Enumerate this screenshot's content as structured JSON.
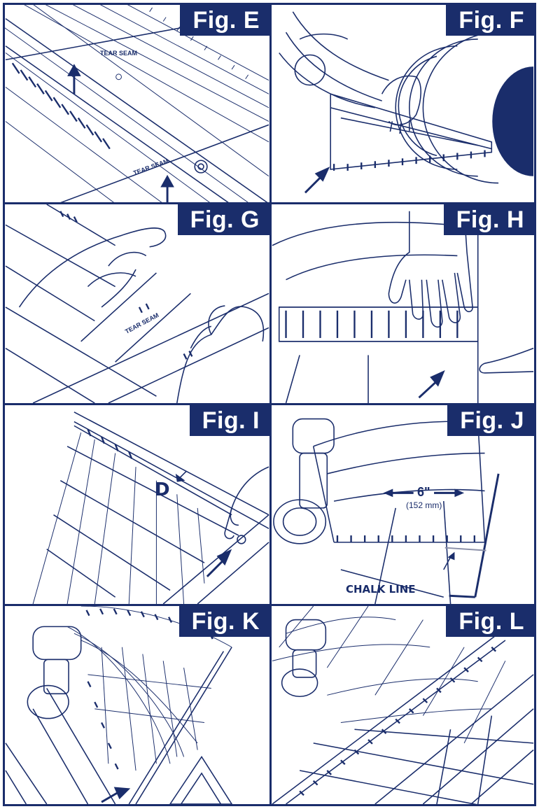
{
  "colors": {
    "brand": "#1a2d6b",
    "background": "#ffffff"
  },
  "figures": {
    "e": {
      "label": "Fig. E",
      "tear_seam_top": "TEAR SEAM",
      "tear_seam_bottom": "TEAR SEAM"
    },
    "f": {
      "label": "Fig. F"
    },
    "g": {
      "label": "Fig. G",
      "tear_seam": "TEAR SEAM"
    },
    "h": {
      "label": "Fig. H"
    },
    "i": {
      "label": "Fig. I",
      "marker": "D"
    },
    "j": {
      "label": "Fig. J",
      "distance": "6\"",
      "distance_metric": "(152 mm)",
      "chalk_line": "CHALK LINE"
    },
    "k": {
      "label": "Fig. K"
    },
    "l": {
      "label": "Fig. L"
    }
  },
  "icons": [
    "arrow-icon",
    "nail-gun-icon",
    "hand-icon"
  ]
}
